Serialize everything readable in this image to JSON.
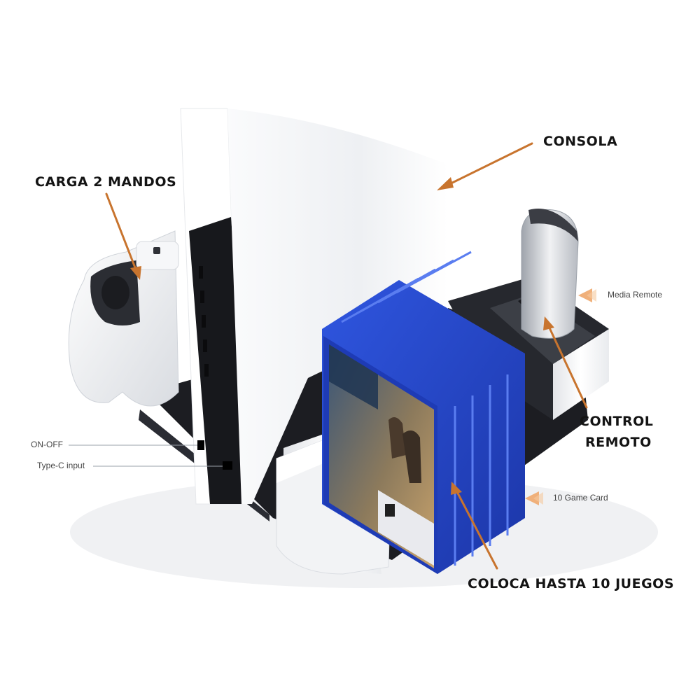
{
  "labels": {
    "consola": "CONSOLA",
    "carga": "CARGA 2 MANDOS",
    "control_line1": "CONTROL",
    "control_line2": "REMOTO",
    "coloca": "COLOCA HASTA 10 JUEGOS",
    "media_remote": "Media Remote",
    "game_card": "10 Game Card",
    "on_off": "ON-OFF",
    "type_c": "Type-C input"
  },
  "colors": {
    "accent_arrow": "#c8742e",
    "game_case_blue": "#2346c7",
    "console_white": "#f4f5f7",
    "base_black": "#1c1d22"
  },
  "icons": [
    "arrow-pointer-icon",
    "orange-arrowhead-icon"
  ]
}
